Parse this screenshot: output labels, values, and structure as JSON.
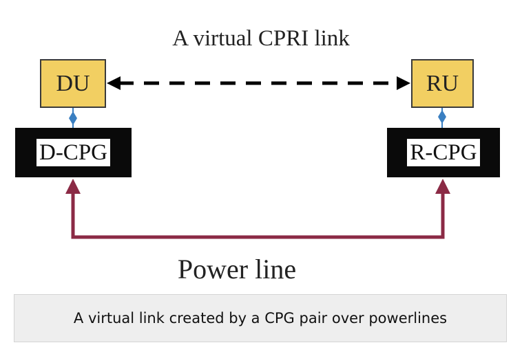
{
  "diagram": {
    "title": "A virtual CPRI link",
    "du_label": "DU",
    "ru_label": "RU",
    "dcpg_label": "D-CPG",
    "rcpg_label": "R-CPG",
    "power_label": "Power line",
    "colors": {
      "unit_fill": "#f2cf62",
      "cpg_fill": "#0a0a0a",
      "connector": "#3a7fc1",
      "power_line": "#8b2a45",
      "virtual_link": "#000000"
    }
  },
  "caption": "A virtual link created by a CPG pair over powerlines"
}
